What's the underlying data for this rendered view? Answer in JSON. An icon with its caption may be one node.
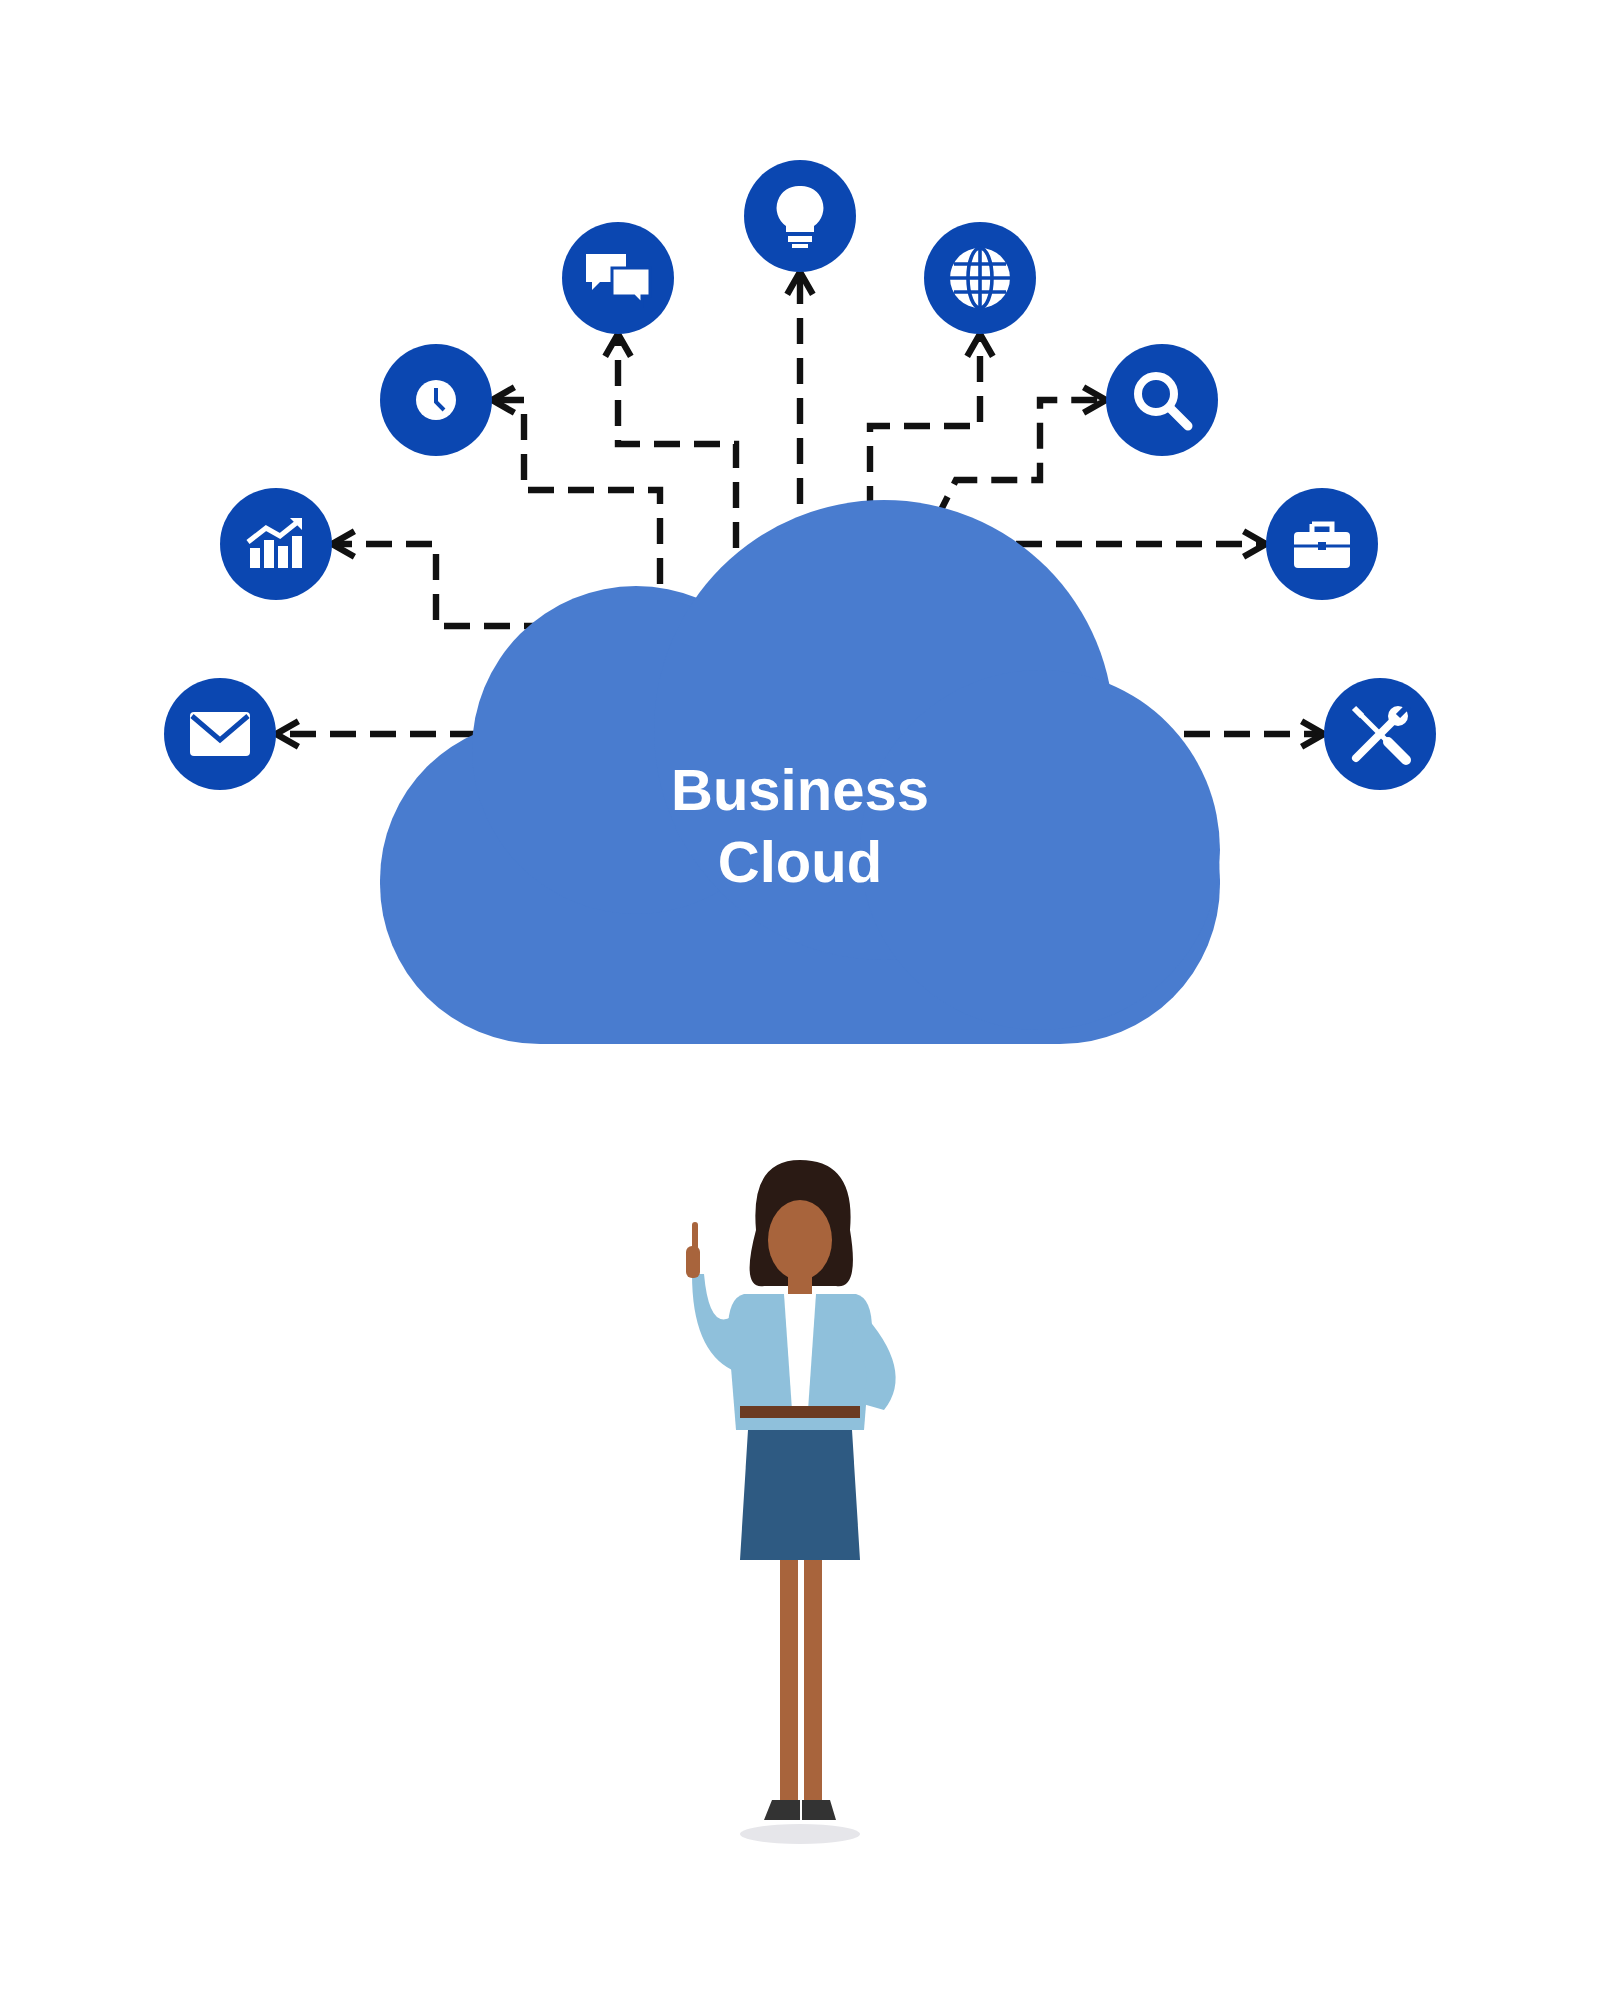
{
  "diagram": {
    "nodes": [
      {
        "text": [
          "Business Cloud"
        ]
      },
      {
        "text": [],
        "shape": "circle"
      },
      {
        "text": [],
        "shape": "circle"
      },
      {
        "text": [],
        "shape": "circle"
      },
      {
        "text": [],
        "shape": "circle"
      },
      {
        "text": [],
        "shape": "circle"
      },
      {
        "text": [],
        "shape": "circle"
      },
      {
        "text": [],
        "shape": "circle"
      },
      {
        "text": [],
        "shape": "circle"
      },
      {
        "text": [],
        "shape": "circle"
      },
      {
        "text": [],
        "shape": "person"
      }
    ],
    "edges": [
      {
        "from": 0,
        "to": 1,
        "arrow": "to",
        "style": "dashed"
      },
      {
        "from": 0,
        "to": 2,
        "arrow": "to",
        "style": "dashed"
      },
      {
        "from": 0,
        "to": 3,
        "arrow": "to",
        "style": "dashed"
      },
      {
        "from": 0,
        "to": 4,
        "arrow": "to",
        "style": "dashed"
      },
      {
        "from": 0,
        "to": 5,
        "arrow": "to",
        "style": "dashed"
      },
      {
        "from": 0,
        "to": 6,
        "arrow": "to",
        "style": "dashed"
      },
      {
        "from": 0,
        "to": 7,
        "arrow": "to",
        "style": "dashed"
      },
      {
        "from": 0,
        "to": 8,
        "arrow": "to",
        "style": "dashed"
      },
      {
        "from": 0,
        "to": 9,
        "arrow": "to",
        "style": "dashed"
      }
    ]
  }
}
